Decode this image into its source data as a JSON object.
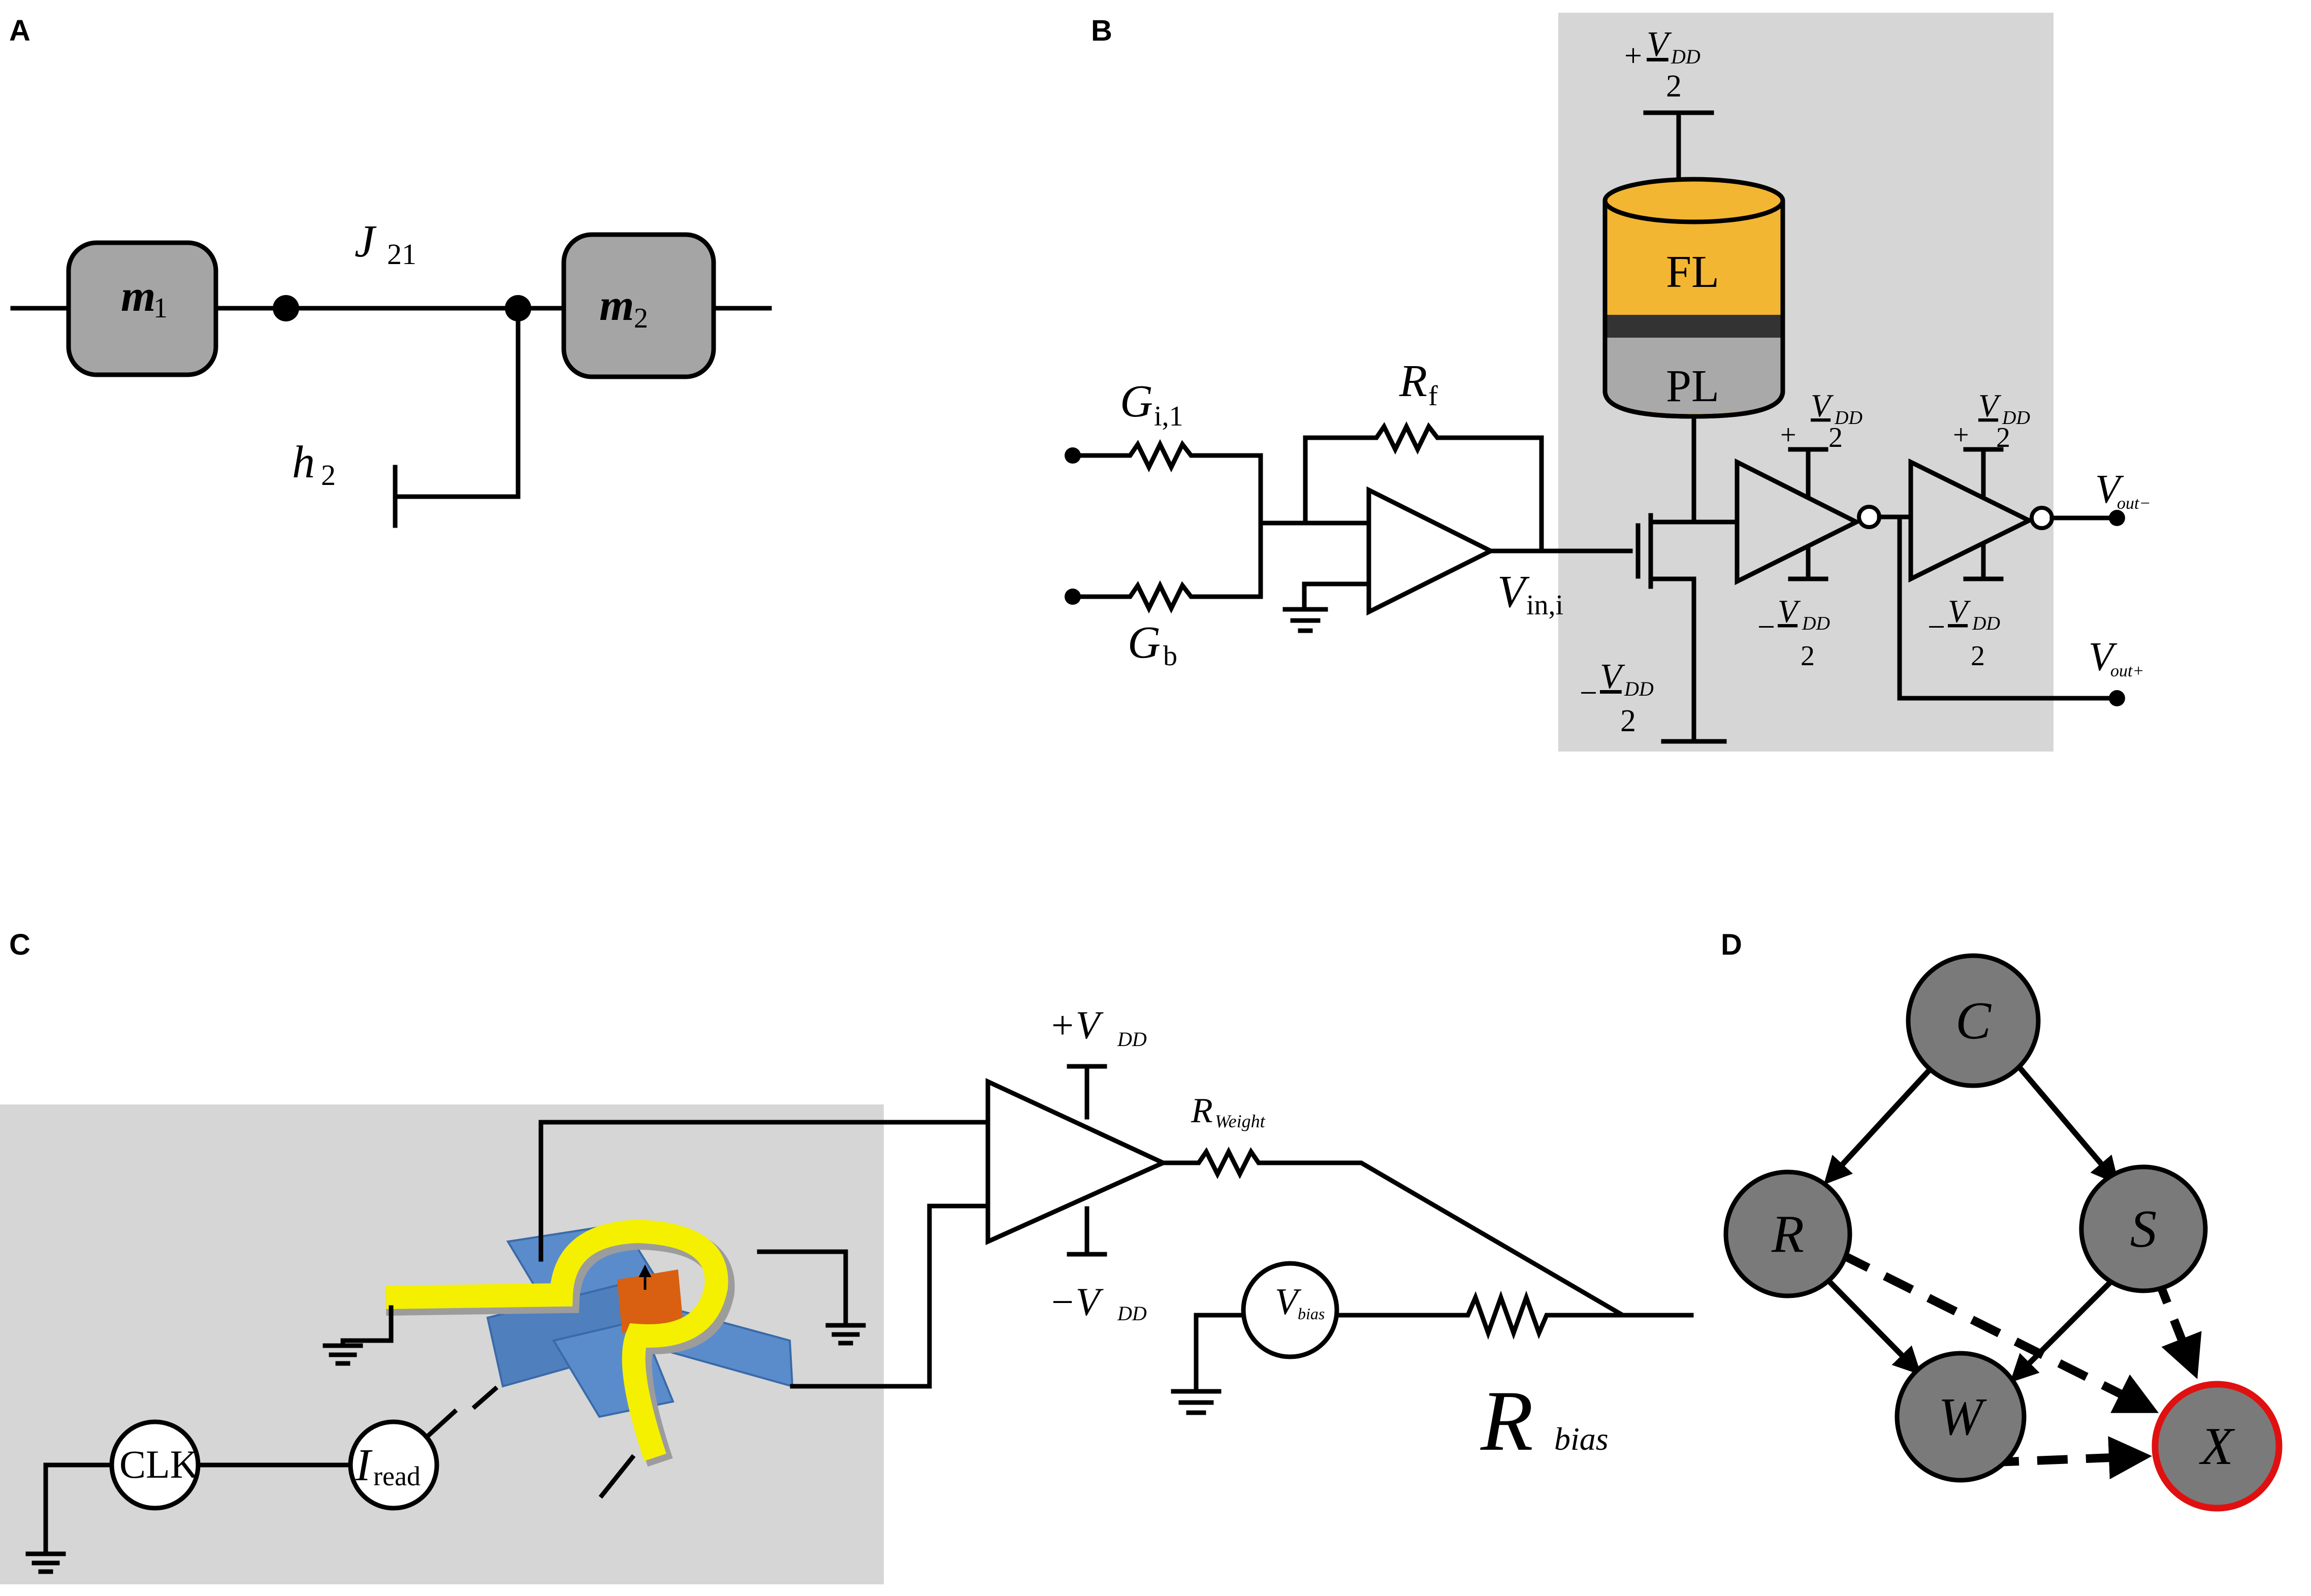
{
  "panels": {
    "a": {
      "label": "A",
      "m1": "m",
      "m1_sub": "1",
      "m2": "m",
      "m2_sub": "2",
      "coupling": "J",
      "coupling_sub": "21",
      "bias": "h",
      "bias_sub": "2"
    },
    "b": {
      "label": "B",
      "vdd_top_sign": "+",
      "vdd": "V",
      "vdd_sub": "DD",
      "half": "2",
      "fl": "FL",
      "pl": "PL",
      "g1": "G",
      "g1_sub": "i,1",
      "gb": "G",
      "gb_sub": "b",
      "rf": "R",
      "rf_sub": "f",
      "vin": "V",
      "vin_sub": "in,i",
      "plus": "+",
      "minus": "−",
      "vout_minus": "V",
      "vout_minus_sub": "out−",
      "vout_plus": "V",
      "vout_plus_sub": "out+"
    },
    "c": {
      "label": "C",
      "plus_vdd": "+V",
      "minus_vdd": "−V",
      "vdd_sub": "DD",
      "rweight": "R",
      "rweight_sub": "Weight",
      "vbias": "V",
      "vbias_sub": "bias",
      "rbias": "R",
      "rbias_sub": "bias",
      "clk": "CLK",
      "iread": "I",
      "iread_sub": "read"
    },
    "d": {
      "label": "D",
      "nodes": [
        "C",
        "R",
        "S",
        "W",
        "X"
      ],
      "highlight_color": "#e01010"
    }
  },
  "colors": {
    "shade": "#d6d6d6",
    "node_gray": "#7a7a7a",
    "block_gray": "#a5a5a5",
    "fl_orange": "#f2b632",
    "pl_gray": "#a9a9a9",
    "mtj_blue": "#5a8ccc",
    "yellow_wire": "#f5f000",
    "free_layer_orange": "#d86010"
  }
}
